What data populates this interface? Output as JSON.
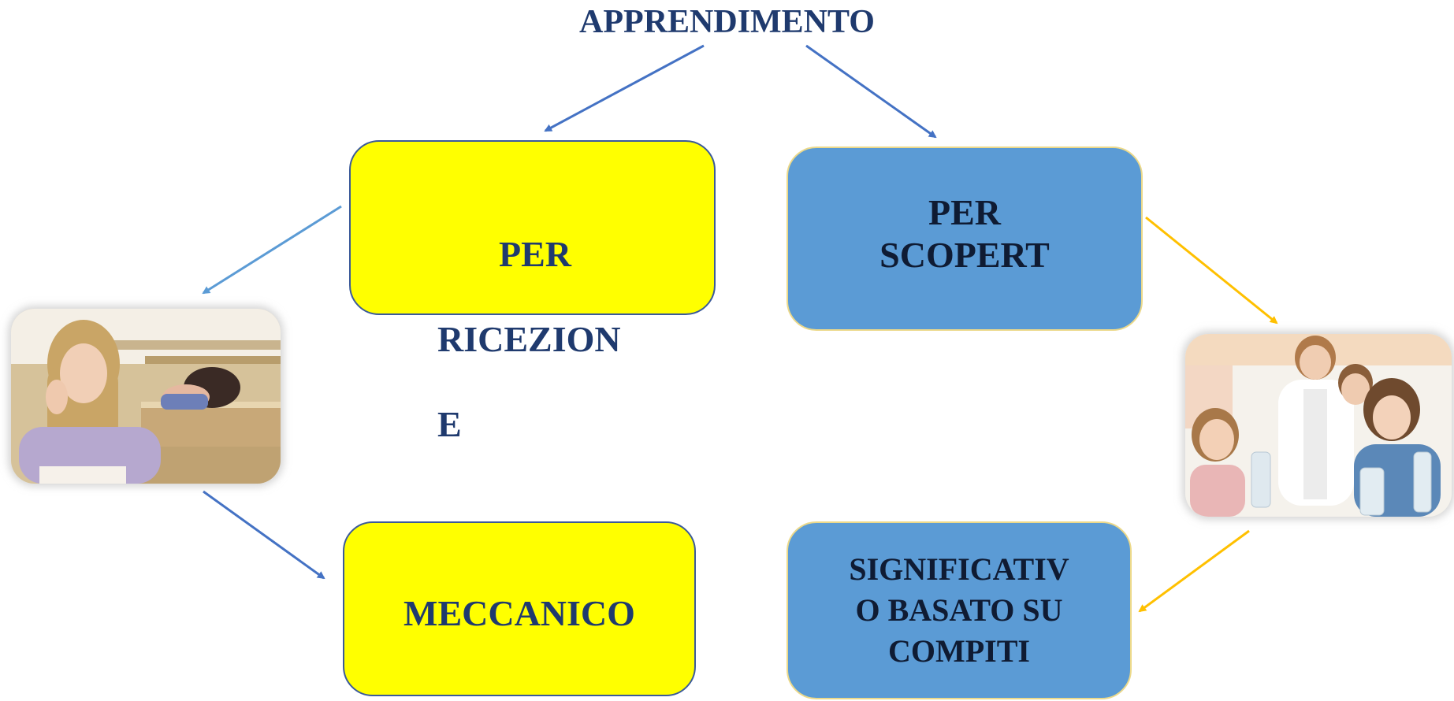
{
  "title": "APPRENDIMENTO",
  "boxes": {
    "ricezione": {
      "line1": "PER",
      "line2": "RICEZION",
      "line3": "E"
    },
    "scoperta": {
      "text": "PER\nSCOPERT"
    },
    "meccanico": {
      "text": "MECCANICO"
    },
    "significativo": {
      "text": "SIGNIFICATIV\nO BASATO SU\nCOMPITI"
    }
  },
  "colors": {
    "yellow_box": "#ffff00",
    "blue_box": "#5b9bd5",
    "arrow_blue": "#4472c4",
    "arrow_lightblue": "#5b9bd5",
    "arrow_gold": "#ffc000"
  },
  "images": {
    "left": "bored-students-photo",
    "right": "science-class-photo"
  }
}
